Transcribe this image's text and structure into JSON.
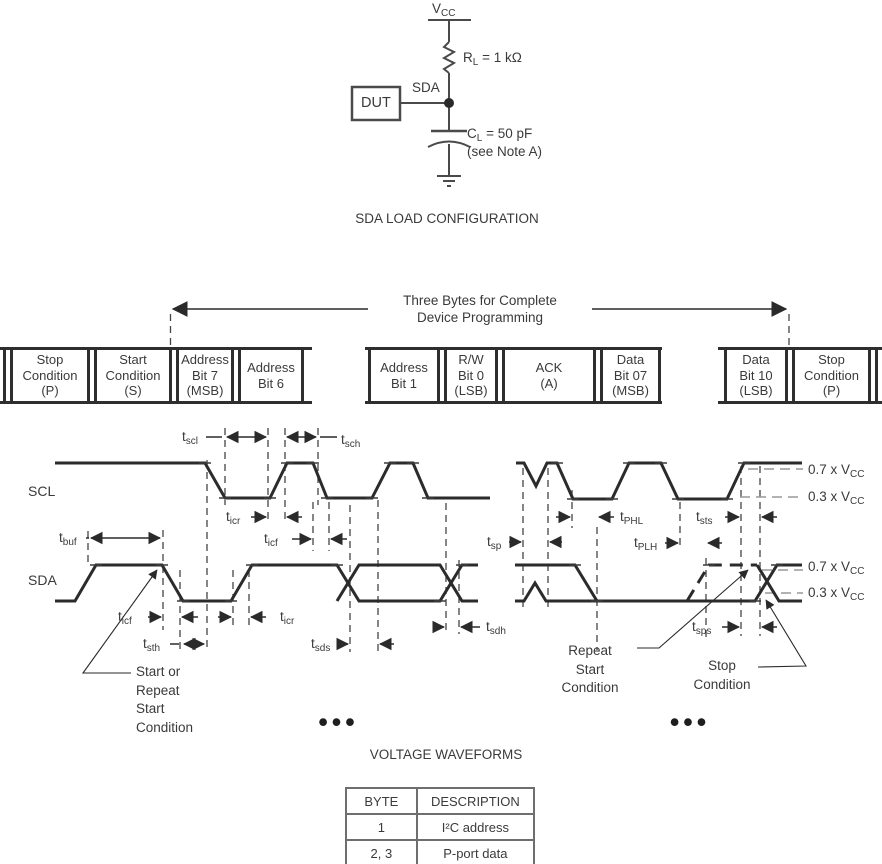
{
  "circuit": {
    "vcc": {
      "pre": "V",
      "sub": "CC"
    },
    "rl": {
      "pre": "R",
      "sub": "L",
      "post": " = 1 kΩ"
    },
    "sda_label": "SDA",
    "dut_label": "DUT",
    "cl": {
      "pre": "C",
      "sub": "L",
      "post": " = 50 pF"
    },
    "cl_note": "(see Note A)",
    "caption": "SDA LOAD CONFIGURATION"
  },
  "byte_bar": {
    "arrow_label": "Three Bytes for Complete\nDevice Programming",
    "cells": [
      "Stop\nCondition\n(P)",
      "Start\nCondition\n(S)",
      "Address\nBit 7\n(MSB)",
      "Address\nBit 6",
      "Address\nBit 1",
      "R/W\nBit 0\n(LSB)",
      "ACK\n(A)",
      "Data\nBit 07\n(MSB)",
      "Data\nBit 10\n(LSB)",
      "Stop\nCondition\n(P)"
    ],
    "dots": "•••"
  },
  "waveforms": {
    "scl_label": "SCL",
    "sda_label": "SDA",
    "timing": {
      "tscl": {
        "pre": "t",
        "sub": "scl"
      },
      "tsch": {
        "pre": "t",
        "sub": "sch"
      },
      "ticr": {
        "pre": "t",
        "sub": "icr"
      },
      "ticf": {
        "pre": "t",
        "sub": "icf"
      },
      "tbuf": {
        "pre": "t",
        "sub": "buf"
      },
      "tsth": {
        "pre": "t",
        "sub": "sth"
      },
      "tsds": {
        "pre": "t",
        "sub": "sds"
      },
      "tsdh": {
        "pre": "t",
        "sub": "sdh"
      },
      "tsp": {
        "pre": "t",
        "sub": "sp"
      },
      "tPHL": {
        "pre": "t",
        "sub": "PHL"
      },
      "tPLH": {
        "pre": "t",
        "sub": "PLH"
      },
      "tsts": {
        "pre": "t",
        "sub": "sts"
      },
      "tsps": {
        "pre": "t",
        "sub": "sps"
      }
    },
    "thresholds": {
      "v07": {
        "pre": "0.7 x V",
        "sub": "CC"
      },
      "v03": {
        "pre": "0.3 x V",
        "sub": "CC"
      }
    },
    "start_note": "Start or\nRepeat\nStart\nCondition",
    "repeat_note": "Repeat\nStart\nCondition",
    "stop_note": "Stop\nCondition",
    "caption": "VOLTAGE WAVEFORMS"
  },
  "table": {
    "headers": [
      "BYTE",
      "DESCRIPTION"
    ],
    "rows": [
      [
        "1",
        "I²C address"
      ],
      [
        "2, 3",
        "P-port data"
      ]
    ]
  }
}
